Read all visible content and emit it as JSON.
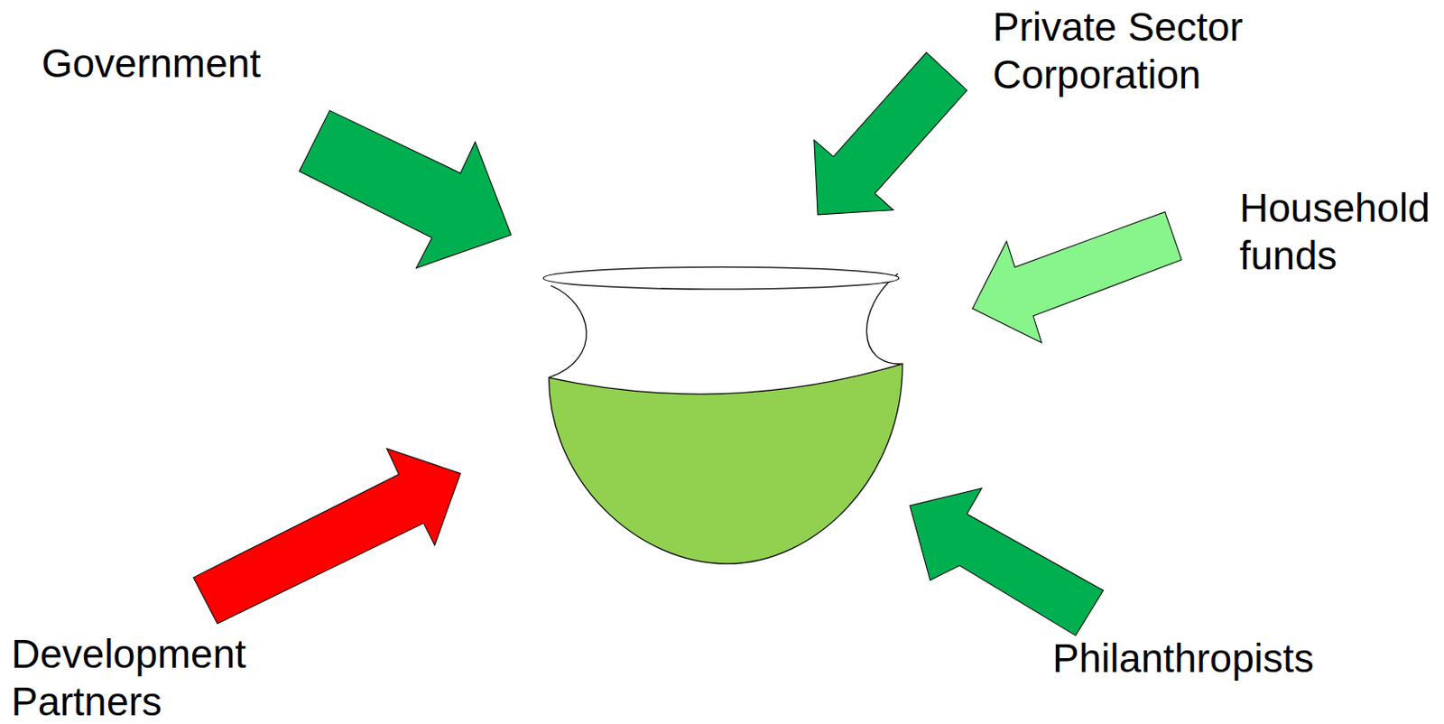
{
  "diagram": {
    "labels": [
      "Government",
      "Private Sector Corporation",
      "Household funds",
      "Development Partners",
      "Philanthropists"
    ]
  }
}
